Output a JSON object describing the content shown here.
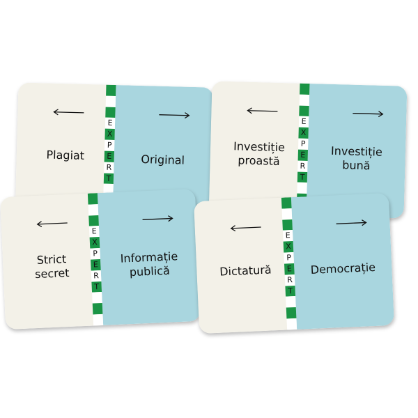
{
  "strip_label": [
    "E",
    "X",
    "P",
    "E",
    "R",
    "T"
  ],
  "colors": {
    "left_panel": "#f3f1e8",
    "right_panel": "#a9d6df",
    "strip_green": "#1a9445",
    "strip_white": "#ffffff"
  },
  "cards": [
    {
      "left_word": "Plagiat",
      "right_word": "Original",
      "left_arrow": "arrow-left-icon",
      "right_arrow": "arrow-right-icon"
    },
    {
      "left_word": "Investiție\nproastă",
      "right_word": "Investiție\nbună",
      "left_arrow": "arrow-left-icon",
      "right_arrow": "arrow-right-icon"
    },
    {
      "left_word": "Strict\nsecret",
      "right_word": "Informație\npublică",
      "left_arrow": "arrow-left-icon",
      "right_arrow": "arrow-right-icon"
    },
    {
      "left_word": "Dictatură",
      "right_word": "Democrație",
      "left_arrow": "arrow-left-icon",
      "right_arrow": "arrow-right-icon"
    }
  ]
}
